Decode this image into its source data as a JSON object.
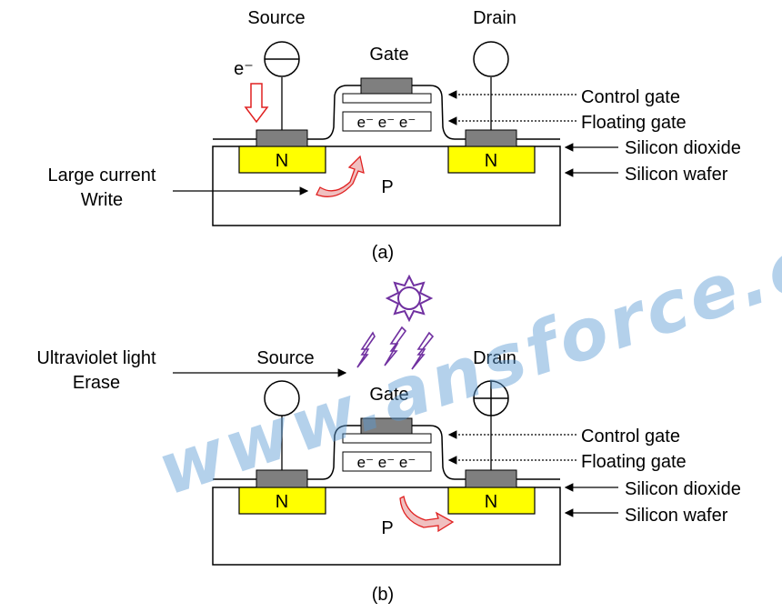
{
  "watermark": "www.ansforce.com",
  "panels": [
    {
      "id": "a",
      "caption": "(a)",
      "source_label": "Source",
      "drain_label": "Drain",
      "gate_label": "Gate",
      "electron_label": "e⁻",
      "floating_electrons": "e⁻ e⁻ e⁻",
      "n_left": "N",
      "n_right": "N",
      "p_label": "P",
      "source_symbol": "minus",
      "drain_symbol": "none",
      "left_annotation_line1": "Large current",
      "left_annotation_line2": "Write",
      "right_labels": [
        "Control gate",
        "Floating gate",
        "Silicon dioxide",
        "Silicon wafer"
      ]
    },
    {
      "id": "b",
      "caption": "(b)",
      "source_label": "Source",
      "drain_label": "Drain",
      "gate_label": "Gate",
      "floating_electrons": "e⁻ e⁻ e⁻",
      "n_left": "N",
      "n_right": "N",
      "p_label": "P",
      "source_symbol": "none",
      "drain_symbol": "plus",
      "left_annotation_line1": "Ultraviolet light",
      "left_annotation_line2": "Erase",
      "right_labels": [
        "Control gate",
        "Floating gate",
        "Silicon dioxide",
        "Silicon wafer"
      ]
    }
  ],
  "colors": {
    "n_region": "#ffff00",
    "contact": "#7f7f7f",
    "arrow_red": "#e02020",
    "uv_purple": "#7030a0",
    "watermark": "#5b9bd5"
  }
}
